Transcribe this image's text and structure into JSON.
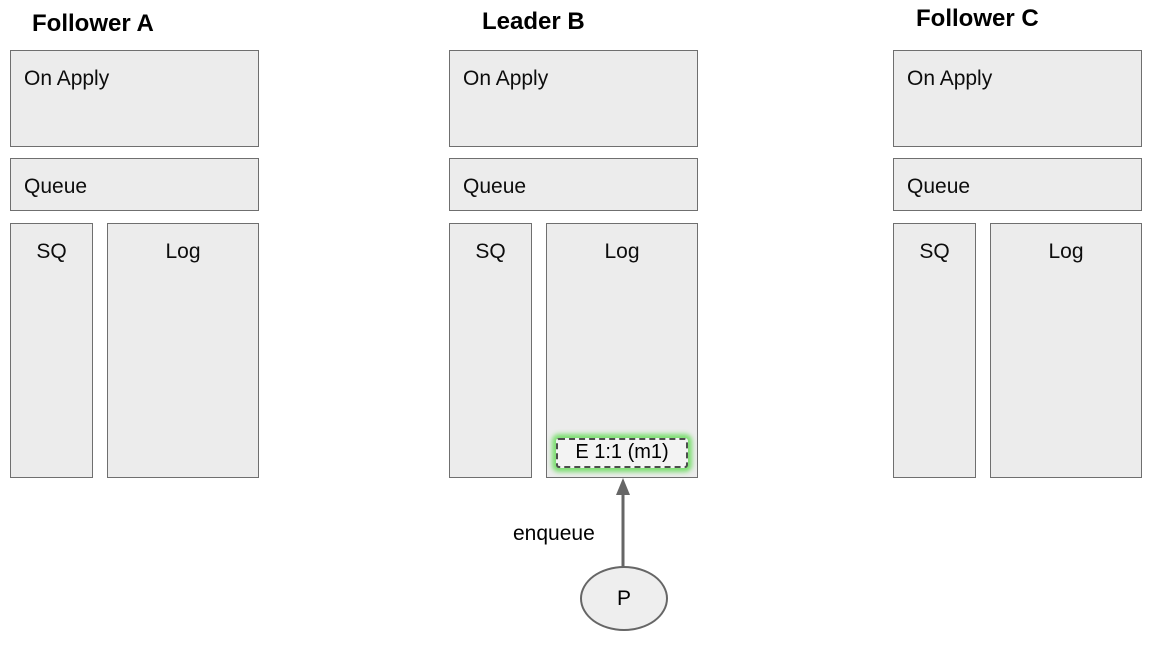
{
  "nodes": [
    {
      "title": "Follower A",
      "on_apply_label": "On Apply",
      "queue_label": "Queue",
      "sq_label": "SQ",
      "log_label": "Log",
      "log_entries": []
    },
    {
      "title": "Leader B",
      "on_apply_label": "On Apply",
      "queue_label": "Queue",
      "sq_label": "SQ",
      "log_label": "Log",
      "log_entries": [
        {
          "label": "E 1:1 (m1)",
          "highlighted": true,
          "highlight_color": "#5ddb4f"
        }
      ]
    },
    {
      "title": "Follower C",
      "on_apply_label": "On Apply",
      "queue_label": "Queue",
      "sq_label": "SQ",
      "log_label": "Log",
      "log_entries": []
    }
  ],
  "connector": {
    "label": "enqueue",
    "source_label": "P"
  },
  "colors": {
    "box_fill": "#ececec",
    "box_border": "#6f6f6f",
    "entry_border_dashed": "#4d4d4d",
    "entry_glow_green": "#5ddb4f",
    "arrow_gray": "#666666",
    "text": "#000000",
    "background": "#ffffff"
  }
}
